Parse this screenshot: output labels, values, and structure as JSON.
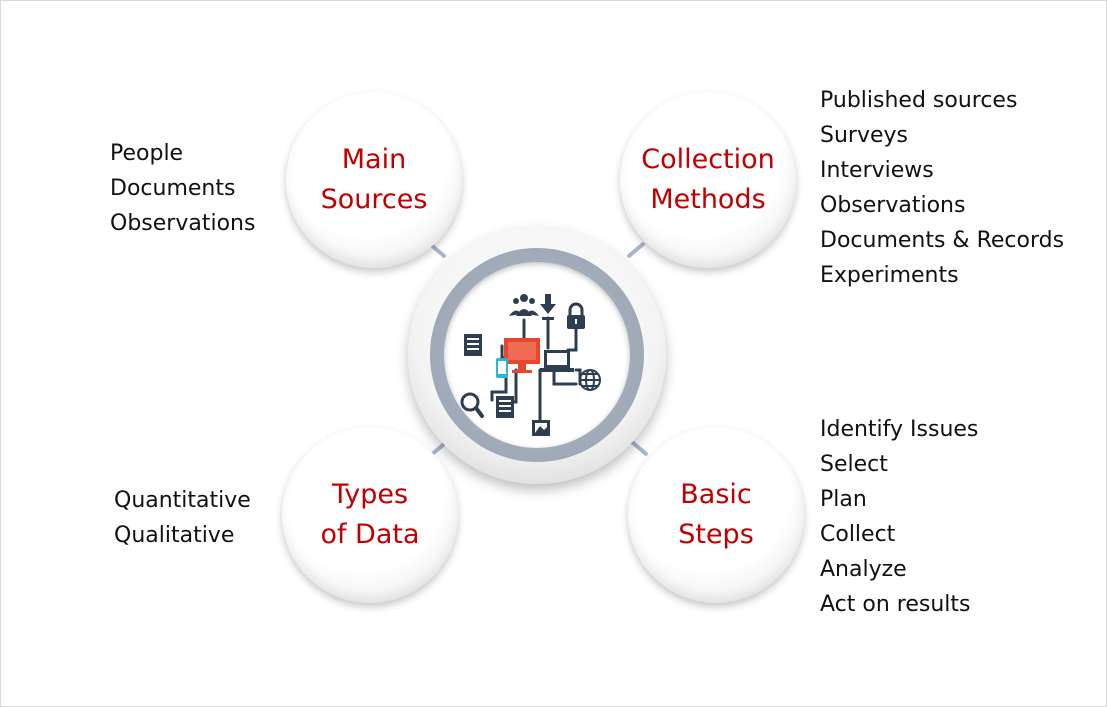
{
  "nodes": {
    "main_sources": {
      "label_lines": [
        "Main",
        "Sources"
      ],
      "items": [
        "People",
        "Documents",
        "Observations"
      ]
    },
    "collection_methods": {
      "label_lines": [
        "Collection",
        "Methods"
      ],
      "items": [
        "Published sources",
        "Surveys",
        "Interviews",
        "Observations",
        "Documents & Records",
        "Experiments"
      ]
    },
    "types_of_data": {
      "label_lines": [
        "Types",
        "of Data"
      ],
      "items": [
        "Quantitative",
        "Qualitative"
      ]
    },
    "basic_steps": {
      "label_lines": [
        "Basic",
        "Steps"
      ],
      "items": [
        "Identify Issues",
        "Select",
        "Plan",
        "Collect",
        "Analyze",
        "Act on results"
      ]
    }
  },
  "hub": {
    "icons": [
      "people-icon",
      "download-icon",
      "lock-icon",
      "document-icon",
      "monitor-icon",
      "phone-icon",
      "laptop-icon",
      "globe-icon",
      "magnifier-icon",
      "file-icon",
      "image-icon"
    ]
  },
  "colors": {
    "label_red": "#c00000",
    "connector": "#a9b6c9",
    "icon_dark": "#2d3e50",
    "icon_red": "#e8472f",
    "icon_cyan": "#27b8d6"
  }
}
